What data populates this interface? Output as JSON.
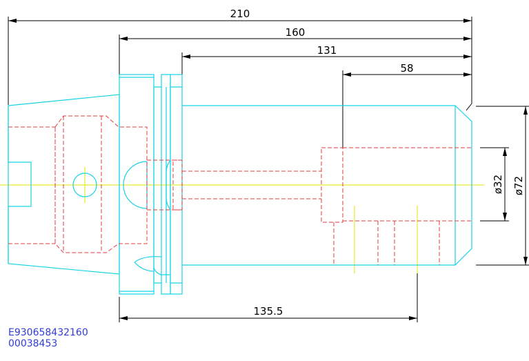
{
  "dimensions": {
    "overall": "210",
    "flange_to_end": "160",
    "body_length": "131",
    "bore_depth": "58",
    "lower_length": "135.5",
    "bore_diameter": "ø32",
    "outer_diameter": "ø72"
  },
  "codes": {
    "part_number": "E930658432160",
    "serial": "00038453"
  },
  "colors": {
    "outline": "#18d3e6",
    "hidden": "#e23b3b",
    "centerline": "#e6e600",
    "dimension": "#000000",
    "code_text": "#2f3cd6"
  }
}
